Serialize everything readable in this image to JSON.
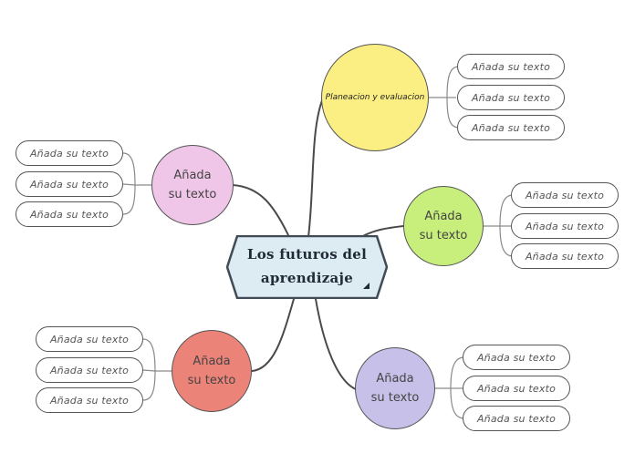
{
  "central_topic": {
    "label": "Los futuros del aprendizaje"
  },
  "topics": [
    {
      "id": "top",
      "label": "Planeacion y evaluacion",
      "color": "#fbee83",
      "subtopics": [
        "Añada su texto",
        "Añada su texto",
        "Añada su texto"
      ]
    },
    {
      "id": "upper-left",
      "label": "Añada\nsu texto",
      "color": "#f0c6e8",
      "subtopics": [
        "Añada su texto",
        "Añada su texto",
        "Añada su texto"
      ]
    },
    {
      "id": "right",
      "label": "Añada\nsu texto",
      "color": "#c8ef7c",
      "subtopics": [
        "Añada su texto",
        "Añada su texto",
        "Añada su texto"
      ]
    },
    {
      "id": "lower-left",
      "label": "Añada\nsu texto",
      "color": "#ec8378",
      "subtopics": [
        "Añada su texto",
        "Añada su texto",
        "Añada su texto"
      ]
    },
    {
      "id": "bottom",
      "label": "Añada\nsu texto",
      "color": "#c7c1ea",
      "subtopics": [
        "Añada su texto",
        "Añada su texto",
        "Añada su texto"
      ]
    }
  ],
  "colors": {
    "central_fill": "#ddebf2",
    "central_border": "#404b56",
    "connector": "#4a4a4a"
  }
}
